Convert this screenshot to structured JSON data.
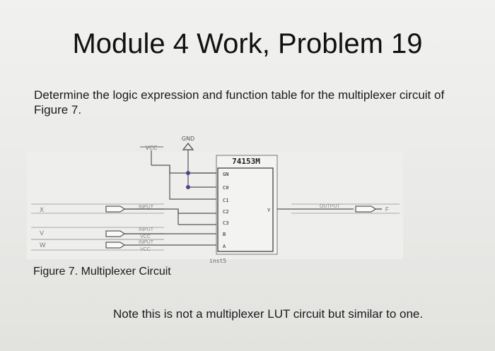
{
  "slide": {
    "title": "Module 4 Work, Problem 19",
    "question": "Determine the logic expression and function table for the multiplexer circuit of Figure 7.",
    "caption": "Figure 7. Multiplexer Circuit",
    "note": "Note this is not a multiplexer LUT circuit but similar to one."
  },
  "circuit": {
    "chip_name": "74153M",
    "instance": "inst5",
    "vcc_label": "VCC",
    "gnd_label": "GND",
    "pins": [
      "GN",
      "C0",
      "C1",
      "C2",
      "C3",
      "B",
      "A"
    ],
    "output_pin": "Y",
    "inputs": [
      "X",
      "V",
      "W"
    ],
    "input_tag": "INPUT",
    "input_sub": "VCC",
    "output_tag": "OUTPUT",
    "output_name": "F"
  }
}
